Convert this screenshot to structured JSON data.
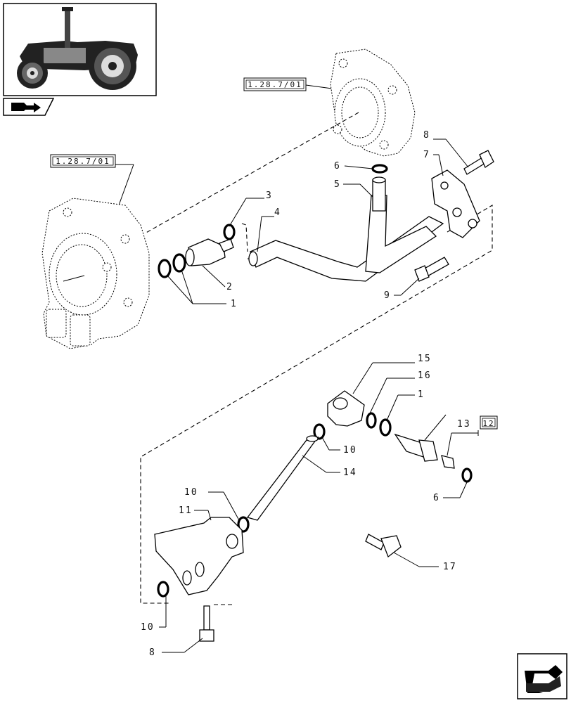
{
  "references": {
    "ref_upper": "1.28.7/01",
    "ref_left": "1.28.7/01",
    "ref_box_12": "12"
  },
  "callouts": {
    "c1_upper": "1",
    "c2": "2",
    "c3": "3",
    "c4": "4",
    "c5": "5",
    "c6_upper": "6",
    "c7": "7",
    "c8_upper": "8",
    "c9": "9",
    "c15": "15",
    "c16": "16",
    "c1_lower": "1",
    "c13": "13",
    "c6_lower": "6",
    "c10_mid": "10",
    "c14": "14",
    "c10_left": "10",
    "c11": "11",
    "c10_bottom": "10",
    "c8_lower": "8",
    "c17": "17"
  },
  "icons": {
    "thumbnail": "tractor-thumbnail-icon",
    "section": "book-arrow-icon",
    "navigate": "next-page-arrow-icon"
  }
}
